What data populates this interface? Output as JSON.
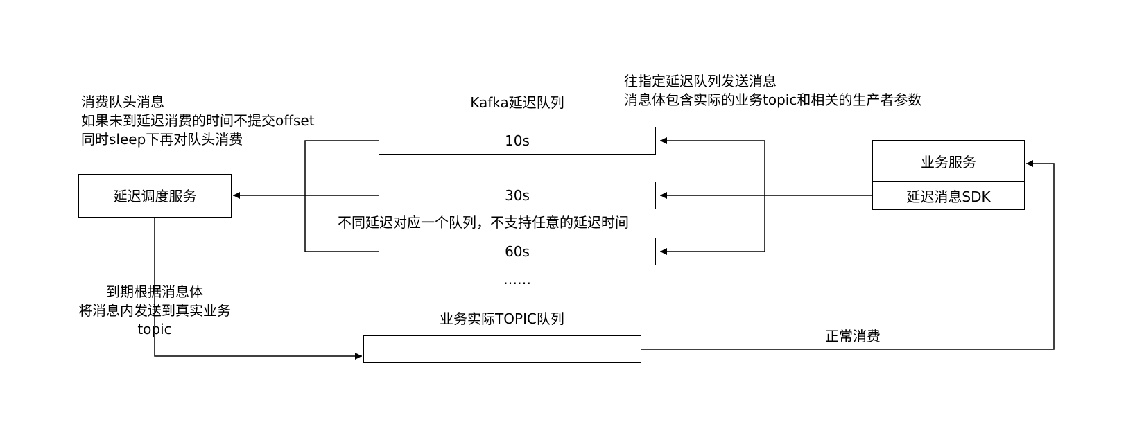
{
  "kafka_queue": {
    "title": "Kafka延迟队列",
    "items": [
      "10s",
      "30s",
      "60s"
    ],
    "ellipsis": "……",
    "note": "不同延迟对应一个队列，不支持任意的延迟时间"
  },
  "producer_note": {
    "line1": "往指定延迟队列发送消息",
    "line2": "消息体包含实际的业务topic和相关的生产者参数"
  },
  "consumer_note": {
    "line1": "消费队头消息",
    "line2": "如果未到延迟消费的时间不提交offset",
    "line3": "同时sleep下再对队头消费"
  },
  "scheduler": {
    "label": "延迟调度服务"
  },
  "business": {
    "title": "业务服务",
    "sdk": "延迟消息SDK"
  },
  "forward_note": {
    "line1": "到期根据消息体",
    "line2": "将消息内发送到真实业务",
    "line3": "topic"
  },
  "topic_queue": {
    "title": "业务实际TOPIC队列"
  },
  "consume_note": {
    "label": "正常消费"
  }
}
